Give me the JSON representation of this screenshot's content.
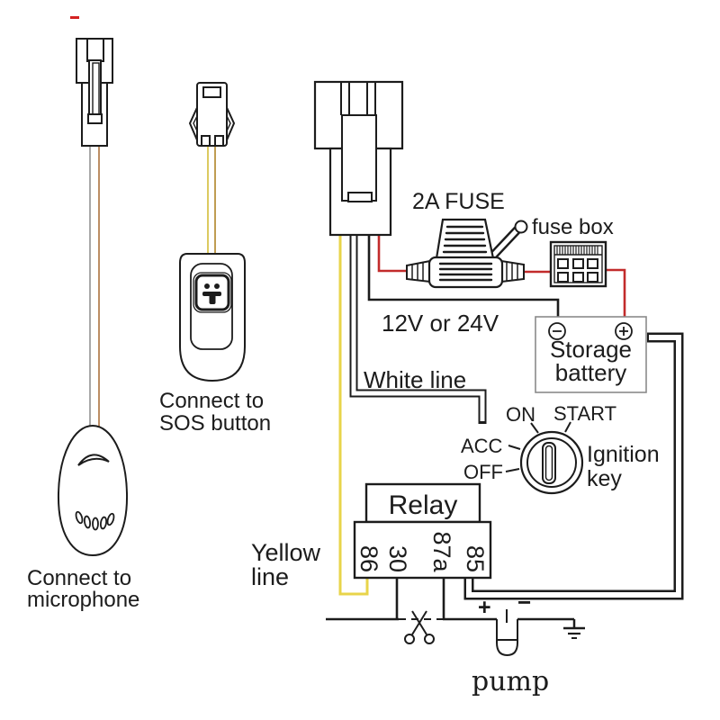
{
  "microphone": {
    "caption": [
      "Connect to",
      "microphone"
    ]
  },
  "sos": {
    "caption": [
      "Connect to",
      "SOS button"
    ]
  },
  "power": {
    "fuse": "2A FUSE",
    "fuse_box": "fuse box",
    "voltage": "12V or 24V"
  },
  "battery": {
    "name": [
      "Storage",
      "battery"
    ]
  },
  "ignition": {
    "positions": {
      "on": "ON",
      "start": "START",
      "acc": "ACC",
      "off": "OFF"
    },
    "caption": [
      "Ignition",
      "key"
    ]
  },
  "relay": {
    "title": "Relay",
    "pins": [
      "86",
      "30",
      "87a",
      "85"
    ]
  },
  "wires": {
    "white": "White line",
    "yellow": [
      "Yellow",
      "line"
    ]
  },
  "pump": {
    "label": "pump",
    "plus": "+",
    "minus": "−"
  },
  "colors": {
    "line": "#1c1c1c",
    "wire_red": "#c22b2b",
    "wire_yellow": "#e8d44a",
    "wire_gray": "#9a9a9a",
    "wire_brown": "#b07a4a",
    "wire_sos_left": "#d8c44e",
    "wire_sos_right": "#b8923f",
    "battery_border": "#8a8a8a",
    "artifact_red": "#d42222"
  }
}
